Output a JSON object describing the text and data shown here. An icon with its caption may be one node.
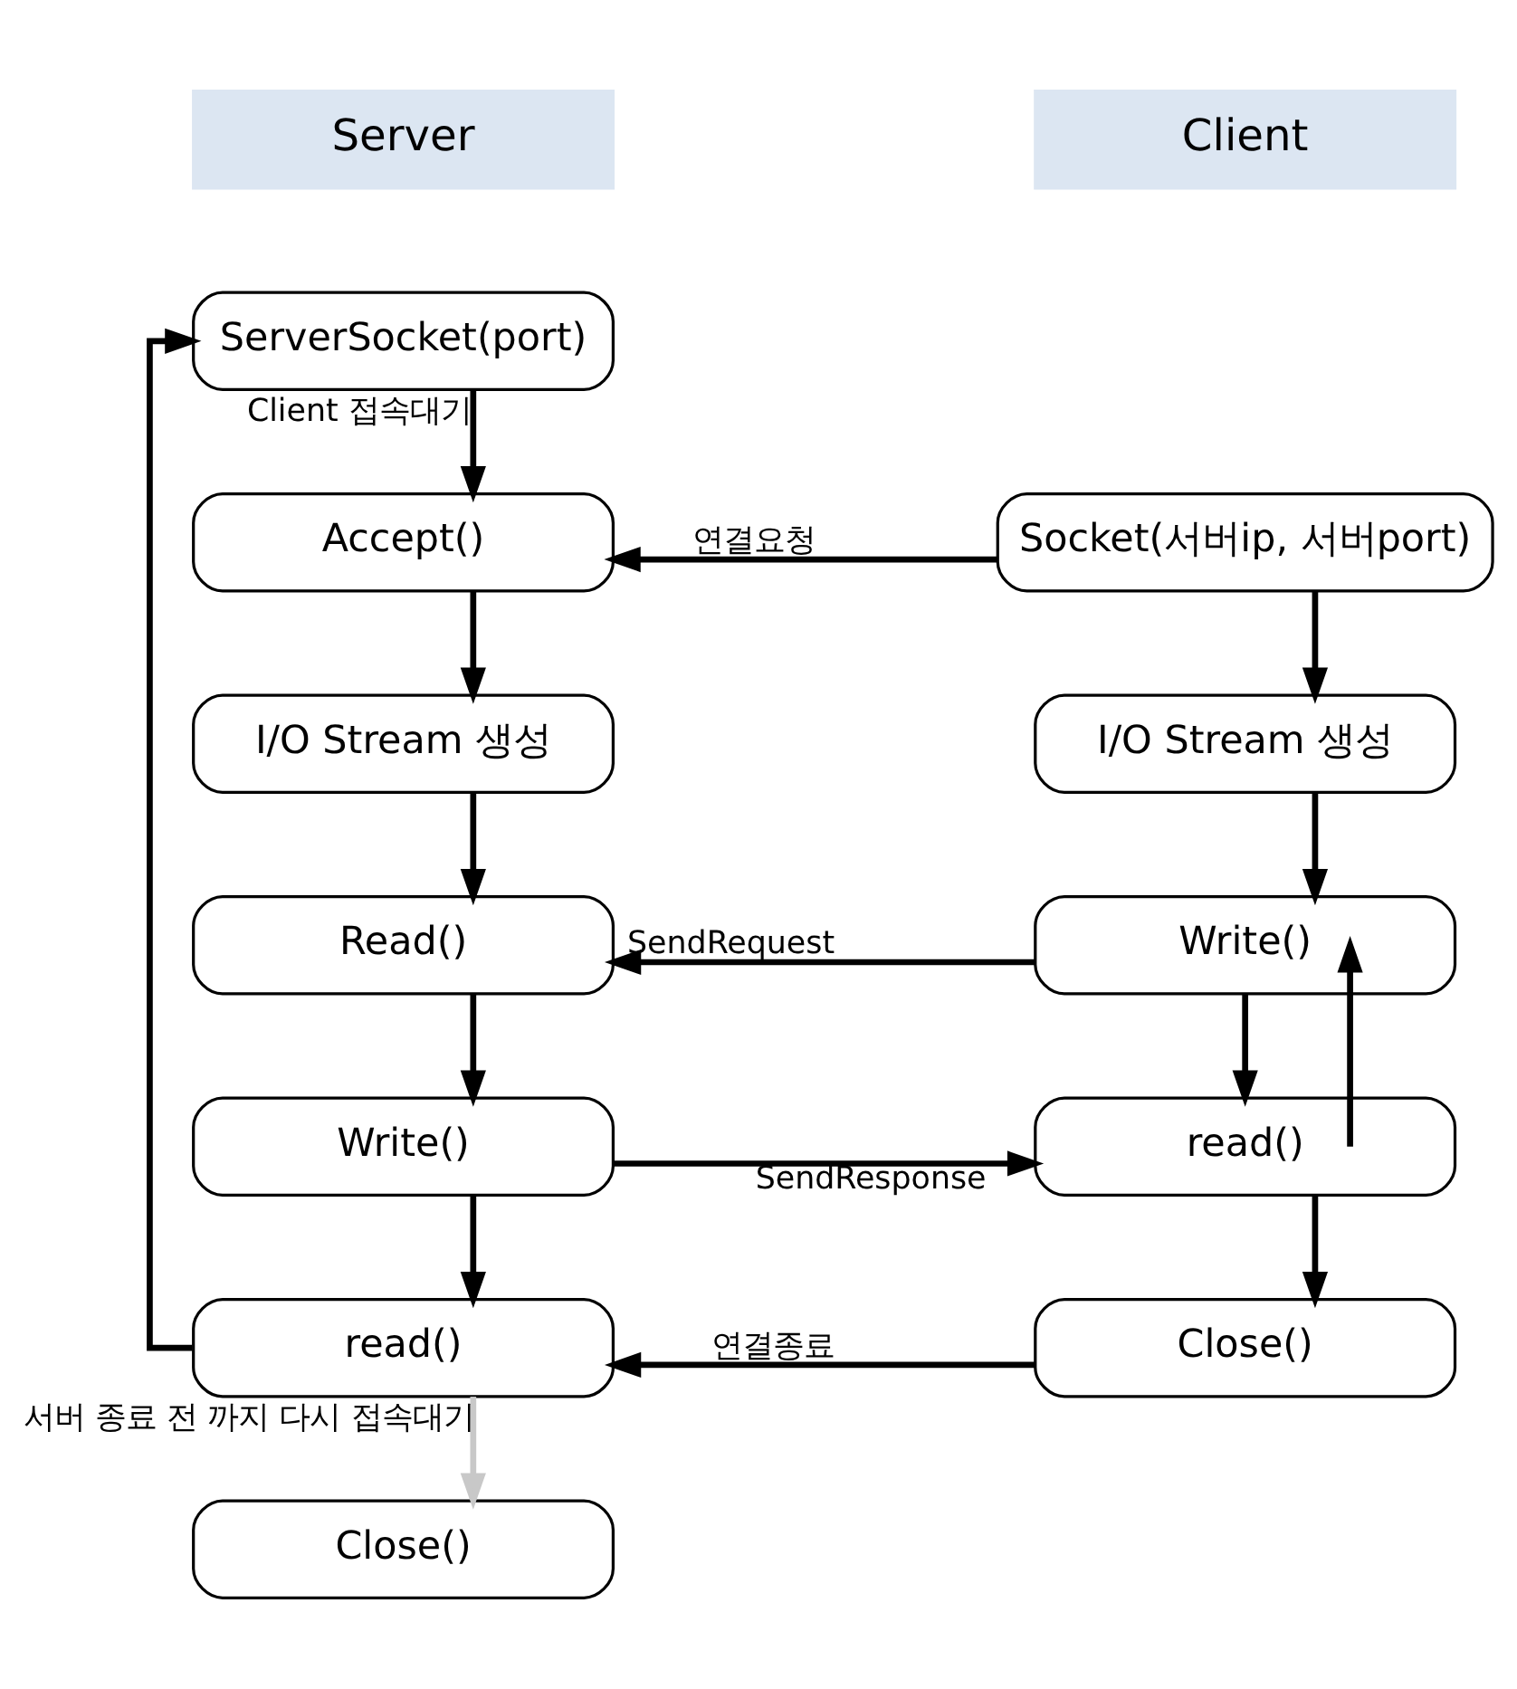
{
  "diagram": {
    "nodes": [
      {
        "text": [
          "Server"
        ]
      },
      {
        "text": [
          "Client"
        ]
      },
      {
        "text": [
          "ServerSocket(port)"
        ]
      },
      {
        "text": [
          "Accept()"
        ]
      },
      {
        "text": [
          "I/O Stream 생성"
        ]
      },
      {
        "text": [
          "Read()"
        ]
      },
      {
        "text": [
          "Write()"
        ]
      },
      {
        "text": [
          "read()"
        ]
      },
      {
        "text": [
          "Close()"
        ]
      },
      {
        "text": [
          "Socket(서버ip, 서버port)"
        ]
      },
      {
        "text": [
          "I/O Stream 생성"
        ]
      },
      {
        "text": [
          "Write()"
        ]
      },
      {
        "text": [
          "read()"
        ]
      },
      {
        "text": [
          "Close()"
        ]
      }
    ],
    "edges": [
      {
        "from": 2,
        "to": 3,
        "arrow": "to",
        "label": "Client 접속대기"
      },
      {
        "from": 9,
        "to": 3,
        "arrow": "to",
        "label": "연결요청"
      },
      {
        "from": 3,
        "to": 4,
        "arrow": "to"
      },
      {
        "from": 4,
        "to": 5,
        "arrow": "to"
      },
      {
        "from": 5,
        "to": 6,
        "arrow": "to"
      },
      {
        "from": 6,
        "to": 7,
        "arrow": "to"
      },
      {
        "from": 7,
        "to": 2,
        "arrow": "to"
      },
      {
        "from": 7,
        "to": 8,
        "arrow": "to",
        "label": "서버 종료 전 까지 다시 접속대기",
        "color": "#c8c8c8"
      },
      {
        "from": 9,
        "to": 10,
        "arrow": "to"
      },
      {
        "from": 10,
        "to": 11,
        "arrow": "to"
      },
      {
        "from": 11,
        "to": 5,
        "arrow": "to",
        "label": "SendRequest"
      },
      {
        "from": 11,
        "to": 12,
        "arrow": "to"
      },
      {
        "from": 6,
        "to": 12,
        "arrow": "to",
        "label": "SendResponse"
      },
      {
        "from": 12,
        "to": 11,
        "arrow": "to"
      },
      {
        "from": 12,
        "to": 13,
        "arrow": "to"
      },
      {
        "from": 13,
        "to": 7,
        "arrow": "to",
        "label": "연결종료"
      }
    ]
  }
}
